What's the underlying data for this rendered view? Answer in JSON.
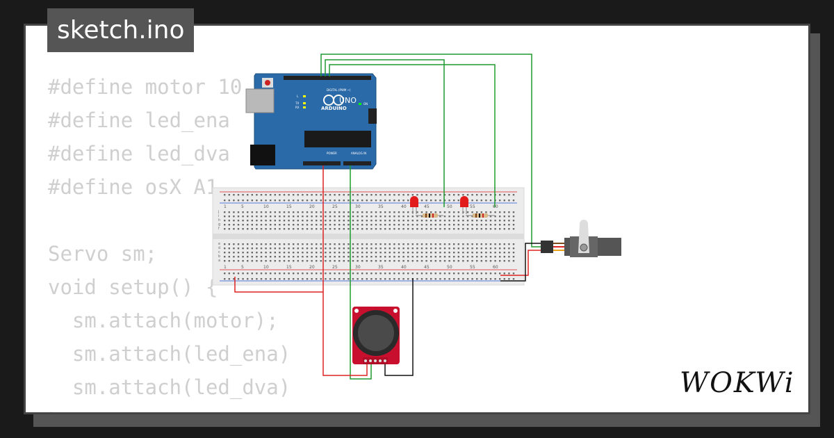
{
  "window": {
    "title": "sketch.ino"
  },
  "code": {
    "lines": [
      "#define motor 10",
      "#define led_ena",
      "#define led_dva",
      "#define osX A1",
      "",
      "Servo sm;",
      "void setup() {",
      "  sm.attach(motor);",
      "  sm.attach(led_ena)",
      "  sm.attach(led_dva)",
      "}"
    ]
  },
  "arduino": {
    "brand": "ARDUINO",
    "model": "UNO",
    "digital_label": "DIGITAL (PWM ~)",
    "power_label": "POWER",
    "analog_label": "ANALOG IN",
    "on_label": "ON",
    "tx_label": "TX",
    "rx_label": "RX",
    "l_label": "L"
  },
  "breadboard": {
    "column_numbers": [
      "1",
      "5",
      "10",
      "15",
      "20",
      "25",
      "30",
      "35",
      "40",
      "45",
      "50",
      "55",
      "60"
    ],
    "row_letters_top": [
      "j",
      "i",
      "h",
      "g",
      "f"
    ],
    "row_letters_bottom": [
      "e",
      "d",
      "c",
      "b",
      "a"
    ]
  },
  "colors": {
    "board_blue": "#2b6aa8",
    "wire_green": "#1f9a2f",
    "wire_red": "#d22",
    "wire_black": "#111",
    "joystick_red": "#c8102e",
    "led_red": "#e21b1b"
  },
  "brand": {
    "logo": "WOKWi"
  }
}
